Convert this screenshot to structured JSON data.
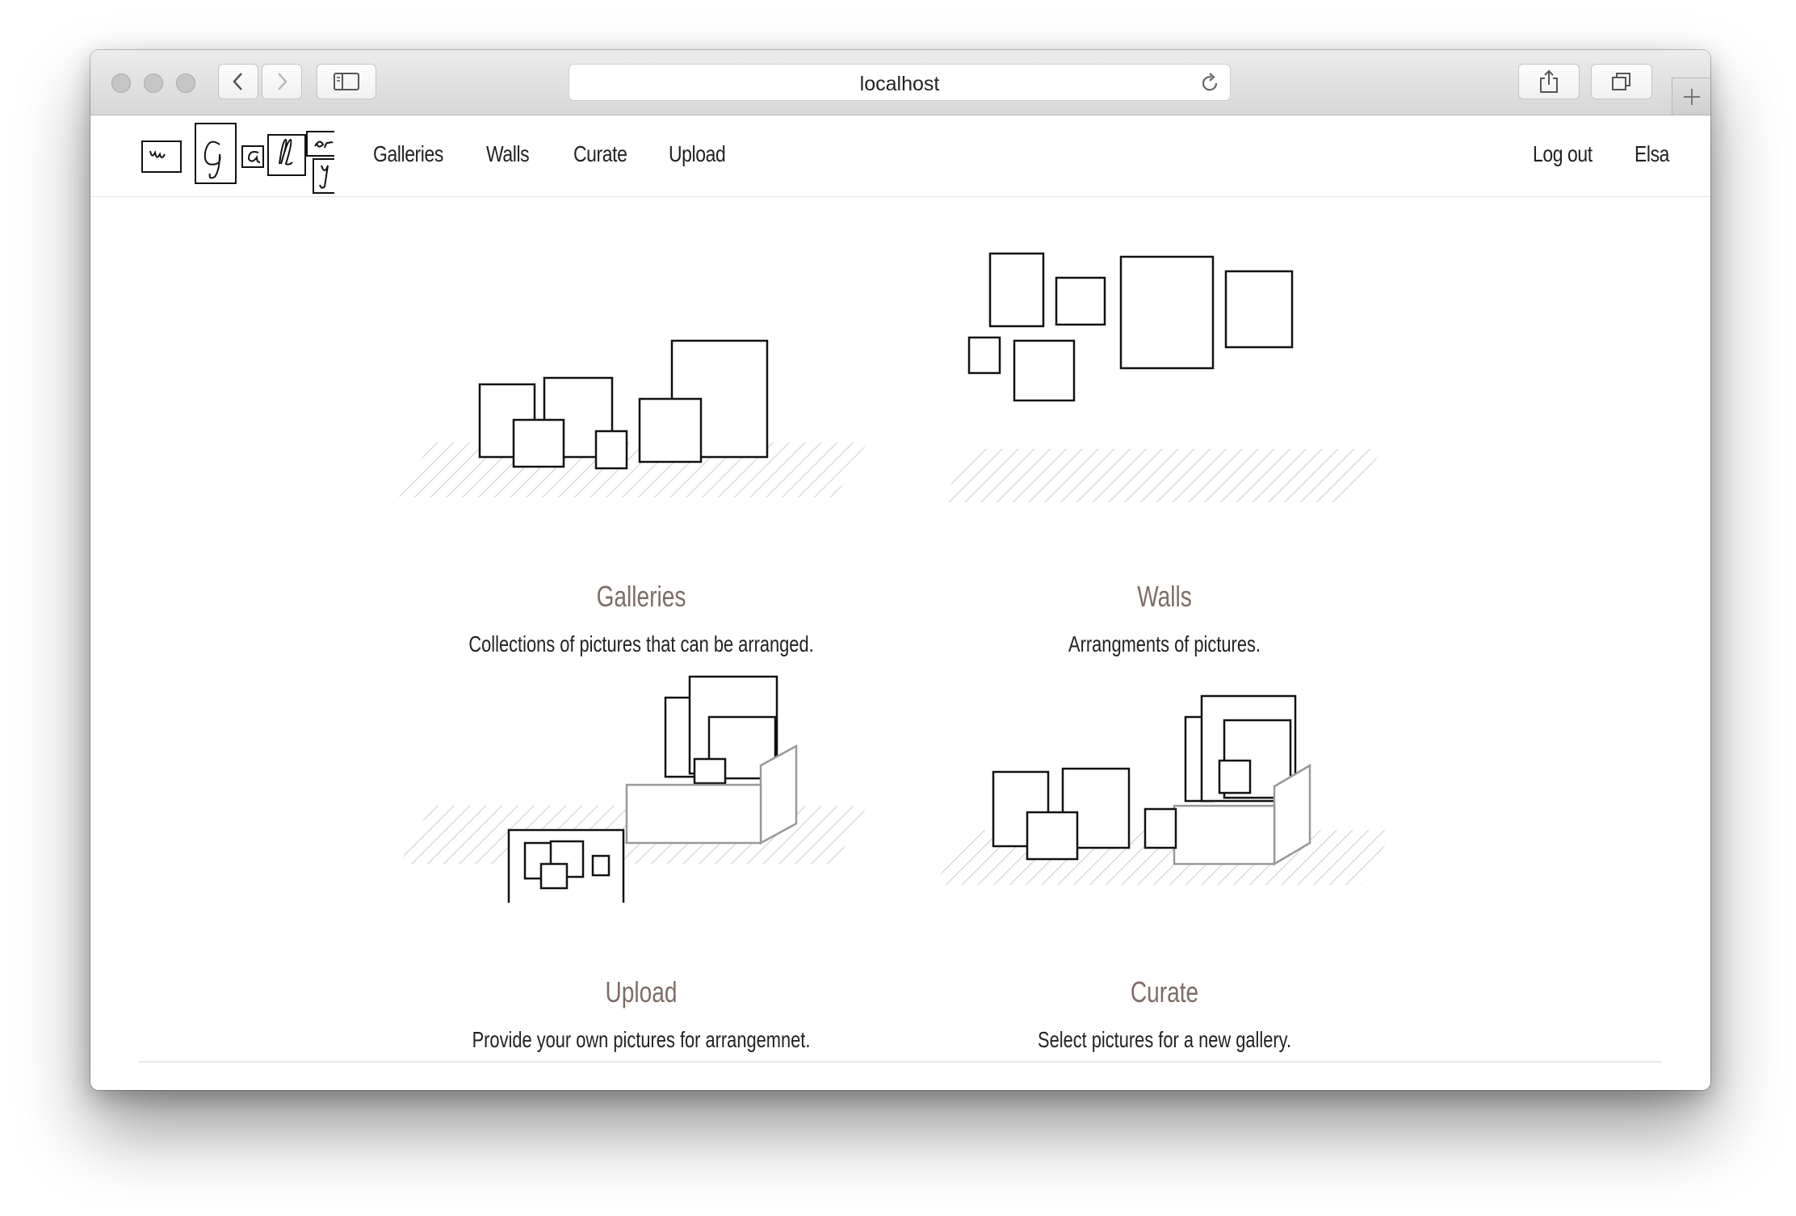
{
  "browser": {
    "url": "localhost",
    "icons": [
      "close-dot",
      "minimize-dot",
      "zoom-dot",
      "back-icon",
      "forward-icon",
      "sidebar-icon",
      "reload-icon",
      "share-icon",
      "tabs-icon",
      "new-tab-icon"
    ]
  },
  "nav": {
    "logo": "wGallery",
    "links": [
      "Galleries",
      "Walls",
      "Curate",
      "Upload"
    ],
    "right": [
      "Log out",
      "Elsa"
    ]
  },
  "tiles": [
    {
      "title": "Galleries",
      "description": "Collections of pictures that can be arranged.",
      "illustration": "galleries-illustration"
    },
    {
      "title": "Walls",
      "description": "Arrangments of pictures.",
      "illustration": "walls-illustration"
    },
    {
      "title": "Upload",
      "description": "Provide your own pictures for arrangemnet.",
      "illustration": "upload-illustration"
    },
    {
      "title": "Curate",
      "description": "Select pictures for a new gallery.",
      "illustration": "curate-illustration"
    }
  ],
  "colors": {
    "tile_title": "#7d6d66",
    "text": "#222222"
  }
}
